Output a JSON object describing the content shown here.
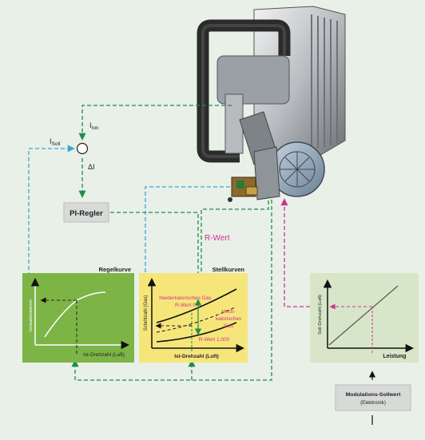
{
  "signals": {
    "i_soll": "I",
    "i_soll_sub": "Soll",
    "i_ion": "I",
    "i_ion_sub": "Ion",
    "delta_i": "ΔI",
    "r_wert": "R-Wert"
  },
  "controller": {
    "label": "PI-Regler"
  },
  "panel_regelkurve": {
    "title": "Regelkurve",
    "ylabel": "Ionisationsstrom",
    "xlabel": "Ist-Drehzahl (Luft)"
  },
  "panel_stellkurven": {
    "title": "Stellkurven",
    "ylabel": "Schrittzahl (Gas)",
    "xlabel": "Ist-Drehzahl (Luft)",
    "label_low_1": "Niederkalorisches Gas",
    "label_low_2": "R-Wert 0",
    "label_high_1": "Hoch-",
    "label_high_2": "kalorisches",
    "label_high_3": "Gas",
    "label_r1000": "R-Wert 1.000"
  },
  "panel_soll": {
    "ylabel": "Soll-Drehzahl (Luft)",
    "xlabel": "Leistung"
  },
  "modulation": {
    "line1": "Modulations-Sollwert",
    "line2": "(Elektronik)"
  },
  "colors": {
    "blue": "#3aa7d6",
    "green": "#1f8c4a",
    "magenta": "#d2308f",
    "green_panel": "#7db446",
    "yellow_panel": "#f6e67a",
    "light_panel": "#d7e6c8"
  }
}
